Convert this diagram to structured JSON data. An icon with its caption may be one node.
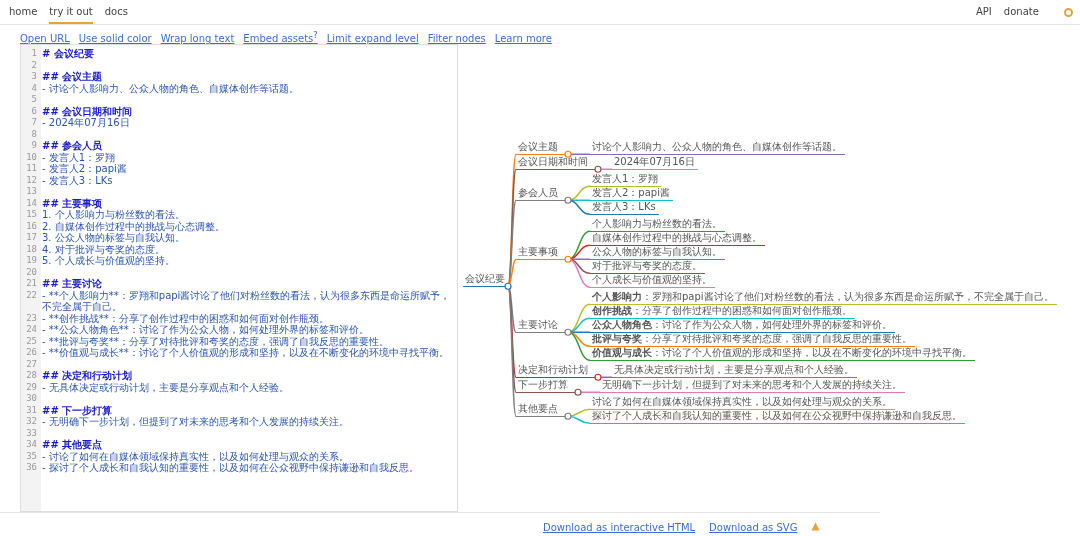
{
  "diagram": {
    "nodes": [
      {
        "text": [
          "会议纪要"
        ]
      },
      {
        "text": [
          "会议主题"
        ]
      },
      {
        "text": [
          "讨论个人影响力、公众人物的角色、自媒体创作等话题。"
        ]
      },
      {
        "text": [
          "会议日期和时间"
        ]
      },
      {
        "text": [
          "2024年07月16日"
        ]
      },
      {
        "text": [
          "参会人员"
        ]
      },
      {
        "text": [
          "发言人1：罗翔"
        ]
      },
      {
        "text": [
          "发言人2：papi酱"
        ]
      },
      {
        "text": [
          "发言人3：LKs"
        ]
      },
      {
        "text": [
          "主要事项"
        ]
      },
      {
        "text": [
          "个人影响力与粉丝数的看法。"
        ]
      },
      {
        "text": [
          "自媒体创作过程中的挑战与心态调整。"
        ]
      },
      {
        "text": [
          "公众人物的标签与自我认知。"
        ]
      },
      {
        "text": [
          "对于批评与夸奖的态度。"
        ]
      },
      {
        "text": [
          "个人成长与价值观的坚持。"
        ]
      },
      {
        "text": [
          "主要讨论"
        ]
      },
      {
        "text": [
          "**个人影响力**：罗翔和papi酱讨论了他们对粉丝数的看法，认为很多东西是命运所赋予，不完全属于自己。"
        ]
      },
      {
        "text": [
          "**创作挑战**：分享了创作过程中的困惑和如何面对创作瓶颈。"
        ]
      },
      {
        "text": [
          "**公众人物角色**：讨论了作为公众人物，如何处理外界的标签和评价。"
        ]
      },
      {
        "text": [
          "**批评与夸奖**：分享了对待批评和夸奖的态度，强调了自我反思的重要性。"
        ]
      },
      {
        "text": [
          "**价值观与成长**：讨论了个人价值观的形成和坚持，以及在不断变化的环境中寻找平衡。"
        ]
      },
      {
        "text": [
          "决定和行动计划"
        ]
      },
      {
        "text": [
          "无具体决定或行动计划，主要是分享观点和个人经验。"
        ]
      },
      {
        "text": [
          "下一步打算"
        ]
      },
      {
        "text": [
          "无明确下一步计划，但提到了对未来的思考和个人发展的持续关注。"
        ]
      },
      {
        "text": [
          "其他要点"
        ]
      },
      {
        "text": [
          "讨论了如何在自媒体领域保持真实性，以及如何处理与观众的关系。"
        ]
      },
      {
        "text": [
          "探讨了个人成长和自我认知的重要性，以及如何在公众视野中保持谦逊和自我反思。"
        ]
      }
    ],
    "edges": [
      {
        "from": 0,
        "to": 1,
        "arrow": "none",
        "color": "#ff7f0e"
      },
      {
        "from": 1,
        "to": 2,
        "arrow": "none",
        "color": "#9467bd"
      },
      {
        "from": 0,
        "to": 3,
        "arrow": "none",
        "color": "#8c564b"
      },
      {
        "from": 3,
        "to": 4,
        "arrow": "none",
        "color": "#e377c2"
      },
      {
        "from": 0,
        "to": 5,
        "arrow": "none",
        "color": "#7f7f7f"
      },
      {
        "from": 5,
        "to": 6,
        "arrow": "none",
        "color": "#bcbd22"
      },
      {
        "from": 5,
        "to": 7,
        "arrow": "none",
        "color": "#17becf"
      },
      {
        "from": 5,
        "to": 8,
        "arrow": "none",
        "color": "#1f77b4"
      },
      {
        "from": 0,
        "to": 9,
        "arrow": "none",
        "color": "#ff7f0e"
      },
      {
        "from": 9,
        "to": 10,
        "arrow": "none",
        "color": "#2ca02c"
      },
      {
        "from": 9,
        "to": 11,
        "arrow": "none",
        "color": "#d62728"
      },
      {
        "from": 9,
        "to": 12,
        "arrow": "none",
        "color": "#9467bd"
      },
      {
        "from": 9,
        "to": 13,
        "arrow": "none",
        "color": "#8c564b"
      },
      {
        "from": 9,
        "to": 14,
        "arrow": "none",
        "color": "#e377c2"
      },
      {
        "from": 0,
        "to": 15,
        "arrow": "none",
        "color": "#7f7f7f"
      },
      {
        "from": 15,
        "to": 16,
        "arrow": "none",
        "color": "#bcbd22"
      },
      {
        "from": 15,
        "to": 17,
        "arrow": "none",
        "color": "#17becf"
      },
      {
        "from": 15,
        "to": 18,
        "arrow": "none",
        "color": "#1f77b4"
      },
      {
        "from": 15,
        "to": 19,
        "arrow": "none",
        "color": "#ff7f0e"
      },
      {
        "from": 15,
        "to": 20,
        "arrow": "none",
        "color": "#2ca02c"
      },
      {
        "from": 0,
        "to": 21,
        "arrow": "none",
        "color": "#d62728"
      },
      {
        "from": 21,
        "to": 22,
        "arrow": "none",
        "color": "#9467bd"
      },
      {
        "from": 0,
        "to": 23,
        "arrow": "none",
        "color": "#8c564b"
      },
      {
        "from": 23,
        "to": 24,
        "arrow": "none",
        "color": "#e377c2"
      },
      {
        "from": 0,
        "to": 25,
        "arrow": "none",
        "color": "#7f7f7f"
      },
      {
        "from": 25,
        "to": 26,
        "arrow": "none",
        "color": "#bcbd22"
      },
      {
        "from": 25,
        "to": 27,
        "arrow": "none",
        "color": "#17becf"
      }
    ],
    "labels": [
      "home",
      "try it out",
      "docs",
      "API",
      "donate",
      "Open URL",
      "Use solid color",
      "Wrap long text",
      "Embed assets$^{?}$",
      "Limit expand level",
      "Filter nodes",
      "Learn more",
      "1",
      "# 会议纪要",
      "2",
      "3",
      "## 会议主题",
      "4",
      "- 讨论个人影响力、公众人物的角色、自媒体创作等话题。",
      "5",
      "6",
      "## 会议日期和时间",
      "7",
      "- 2024年07月16日",
      "8",
      "9",
      "## 参会人员",
      "10",
      "- 发言人1：罗翔",
      "11",
      "- 发言人2：papi酱",
      "12",
      "- 发言人3：LKs",
      "13",
      "14",
      "## 主要事项",
      "15",
      "1. 个人影响力与粉丝数的看法。",
      "16",
      "2. 自媒体创作过程中的挑战与心态调整。",
      "17",
      "3. 公众人物的标签与自我认知。",
      "18",
      "4. 对于批评与夸奖的态度。",
      "19",
      "5. 个人成长与价值观的坚持。",
      "20",
      "21",
      "## 主要讨论",
      "22",
      "- **个人影响力**：罗翔和papi酱讨论了他们对粉丝数的看法，认为很多东西是命运所赋予，不完全属于自己。",
      "23",
      "- **创作挑战**：分享了创作过程中的困惑和如何面对创作瓶颈。",
      "24",
      "- **公众人物角色**：讨论了作为公众人物，如何处理外界的标签和评价。",
      "25",
      "- **批评与夸奖**：分享了对待批评和夸奖的态度，强调了自我反思的重要性。",
      "26",
      "- **价值观与成长**：讨论了个人价值观的形成和坚持，以及在不断变化的环境中寻找平衡。",
      "27",
      "28",
      "## 决定和行动计划",
      "29",
      "- 无具体决定或行动计划，主要是分享观点和个人经验。",
      "30",
      "31",
      "## 下一步打算",
      "32",
      "- 无明确下一步计划，但提到了对未来的思考和个人发展的持续关注。",
      "33",
      "34",
      "## 其他要点",
      "35",
      "- 讨论了如何在自媒体领域保持真实性，以及如何处理与观众的关系。",
      "36",
      "- 探讨了个人成长和自我认知的重要性，以及如何在公众视野中保持谦逊和自我反思。",
      "Download as interactive HTML",
      "Download as SVG"
    ]
  }
}
